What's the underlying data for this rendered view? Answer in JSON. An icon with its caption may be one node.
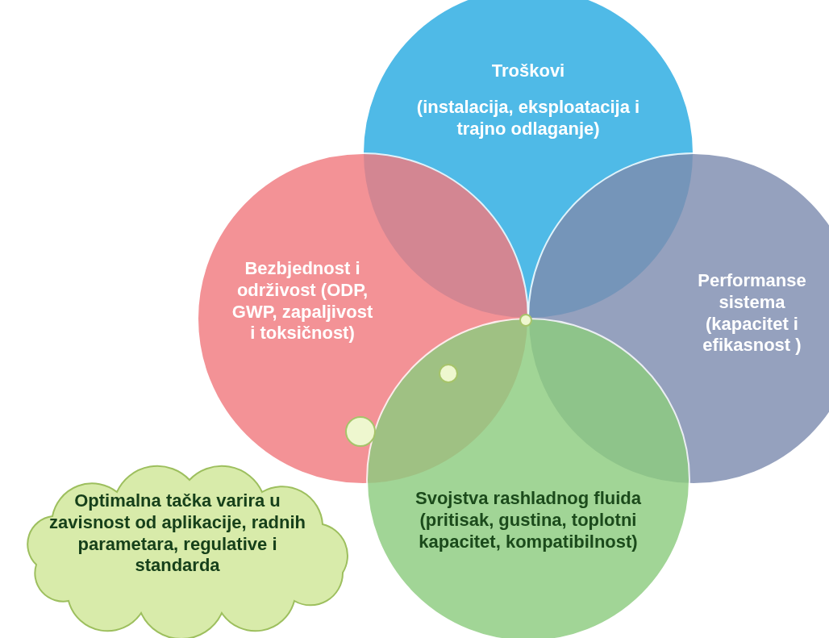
{
  "diagram": {
    "nodes": [
      {
        "text": [
          "Troškovi",
          "(instalacija, eksploatacija i trajno odlaganje)"
        ]
      },
      {
        "text": [
          "Bezbjednost i održivost (ODP, GWP, zapaljivost i toksičnost)"
        ]
      },
      {
        "text": [
          "Performanse sistema (kapacitet i efikasnost )"
        ]
      },
      {
        "text": [
          "Svojstva rashladnog fluida (pritisak, gustina, toplotni kapacitet, kompatibilnost)"
        ]
      },
      {
        "text": [
          "Optimalna tačka varira u zavisnost od aplikacije, radnih parametara, regulative i standarda"
        ]
      }
    ]
  }
}
